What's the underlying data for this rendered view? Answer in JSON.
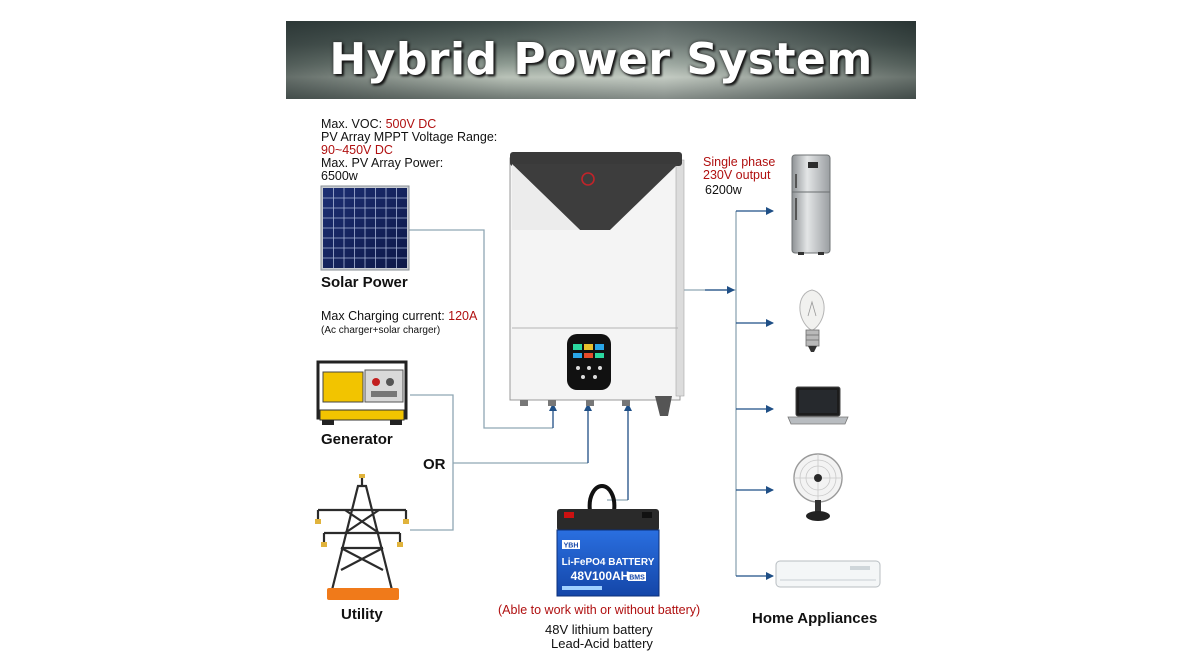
{
  "title": "Hybrid Power System",
  "pv_specs": {
    "max_voc_label": "Max. VOC:",
    "max_voc_value": "500V DC",
    "mppt_label": "PV Array MPPT Voltage Range:",
    "mppt_value": "90~450V DC",
    "max_power_label": "Max. PV Array Power:",
    "max_power_value": "6500w"
  },
  "charging": {
    "label": "Max Charging current:",
    "value": "120A",
    "note": "(Ac charger+solar charger)"
  },
  "output": {
    "line1": "Single phase",
    "line2": "230V output",
    "power": "6200w"
  },
  "sources": {
    "solar": "Solar Power",
    "generator": "Generator",
    "or": "OR",
    "utility": "Utility"
  },
  "battery": {
    "brand": "YBH",
    "model_line1": "Li-FePO4 BATTERY",
    "model_line2": "48V100AH",
    "bms": "BMS",
    "note": "(Able to work with or without battery)",
    "type1": "48V lithium battery",
    "type2": "Lead-Acid battery"
  },
  "appliances": {
    "label": "Home Appliances",
    "items": [
      "refrigerator-icon",
      "light-bulb-icon",
      "laptop-icon",
      "fan-icon",
      "air-conditioner-icon"
    ]
  },
  "colors": {
    "line": "#8fa6b3",
    "arrow": "#1f4f86",
    "accent_red": "#b01010",
    "inverter_body": "#f4f4f4",
    "inverter_top": "#3a3a3a"
  }
}
